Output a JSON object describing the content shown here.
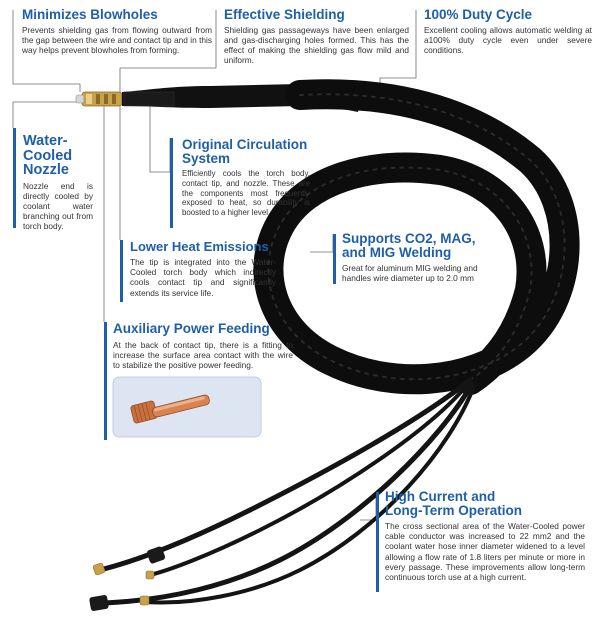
{
  "colors": {
    "accent": "#1f5fa8",
    "text": "#333333",
    "cable": "#0d0d0d",
    "brass": "#c8a24a",
    "copper": "#c86a3a"
  },
  "callouts": {
    "blowholes": {
      "title": "Minimizes Blowholes",
      "body": "Prevents shielding gas from flowing outward from the gap between the wire and contact tip and in this way helps prevent blowholes from forming."
    },
    "shielding": {
      "title": "Effective Shielding",
      "body": "Shielding gas passageways have been enlarged and gas-discharging holes formed. This has the effect of making the shielding gas flow mild and uniform."
    },
    "duty": {
      "title": "100% Duty Cycle",
      "body": "Excellent cooling allows automatic welding at a100% duty cycle even under severe conditions."
    },
    "nozzle": {
      "title_line1": "Water-",
      "title_line2": "Cooled",
      "title_line3": "Nozzle",
      "body": "Nozzle end is directly cooled by coolant water branching out from torch body."
    },
    "circulation": {
      "title_line1": "Original Circulation",
      "title_line2": "System",
      "body": "Efficiently cools the torch body, contact tip, and nozzle. These are the components most frequently exposed to heat, so durability is boosted to a higher level."
    },
    "heat": {
      "title": "Lower Heat Emissions",
      "body": "The tip is integrated into the Water-Cooled torch body which indirectly cools contact tip and significantly extends its service life."
    },
    "co2": {
      "title_line1": "Supports CO2, MAG,",
      "title_line2": "and MIG Welding",
      "body": "Great for aluminum MIG welding and handles wire diameter up to 2.0 mm"
    },
    "aux": {
      "title": "Auxiliary Power Feeding",
      "body": "At the back of contact tip, there is a fitting to increase the surface area contact with the wire to stabilize the positive power feeding."
    },
    "current": {
      "title_line1": "High Current and",
      "title_line2": "Long-Term Operation",
      "body": "The cross sectional area of the Water-Cooled power cable conductor was increased to 22 mm2 and the coolant water hose inner diameter widened to a level allowing a flow rate of 1.8 liters per minute or more in every passage. These improvements allow long-term continuous torch use at a high current."
    }
  }
}
